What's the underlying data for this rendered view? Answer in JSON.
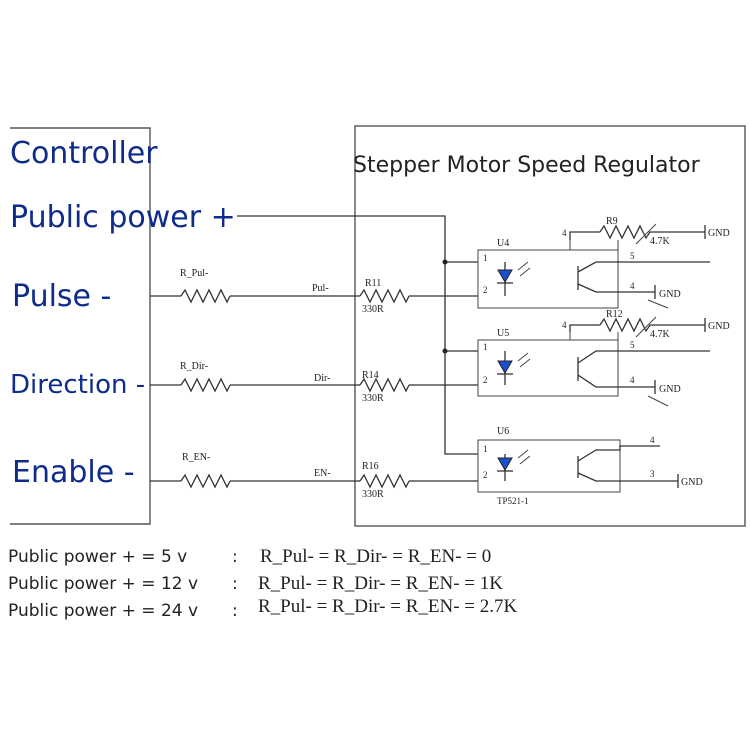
{
  "controller": {
    "title": "Controller",
    "public_power": "Public power +",
    "pulse": "Pulse -",
    "direction": "Direction -",
    "enable": "Enable -"
  },
  "regulator": {
    "title": "Stepper Motor Speed Regulator"
  },
  "resistors": {
    "r_pul": "R_Pul-",
    "r_dir": "R_Dir-",
    "r_en": "R_EN-",
    "r11": "R11",
    "r11_value": "330R",
    "r14": "R14",
    "r14_value": "330R",
    "r16": "R16",
    "r16_value": "330R",
    "r9": "R9",
    "r9_value": "4.7K",
    "r12": "R12",
    "r12_value": "4.7K"
  },
  "terminals": {
    "pul": "Pul-",
    "dir": "Dir-",
    "en": "EN-"
  },
  "optocouplers": {
    "u4": "U4",
    "u5": "U5",
    "u6": "U6",
    "u6_part": "TP521-1"
  },
  "pins": {
    "p1": "1",
    "p2": "2",
    "p3": "3",
    "p4": "4",
    "p5": "5"
  },
  "ground": "GND",
  "notes": [
    {
      "supply": "Public power + = 5 v",
      "separator": ":",
      "rule": "R_Pul- = R_Dir- = R_EN- = 0"
    },
    {
      "supply": "Public power + = 12 v",
      "separator": ":",
      "rule": "R_Pul- = R_Dir- = R_EN- = 1K"
    },
    {
      "supply": "Public power + = 24 v",
      "separator": ":",
      "rule": "R_Pul- = R_Dir- = R_EN- = 2.7K"
    }
  ]
}
